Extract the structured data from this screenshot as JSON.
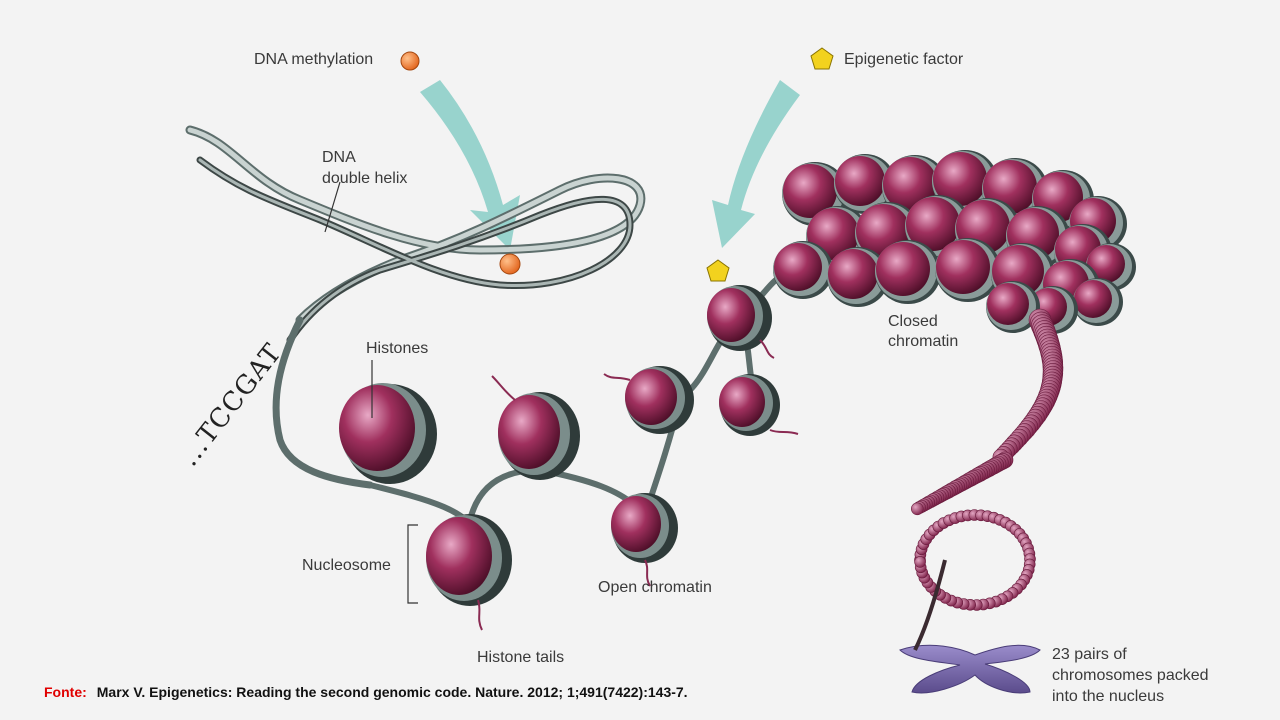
{
  "labels": {
    "dna_methylation": "DNA methylation",
    "epigenetic_factor": "Epigenetic factor",
    "dna_helix_line1": "DNA",
    "dna_helix_line2": "double helix",
    "histones": "Histones",
    "nucleosome": "Nucleosome",
    "histone_tails": "Histone tails",
    "open_chromatin": "Open chromatin",
    "closed_chromatin_line1": "Closed",
    "closed_chromatin_line2": "chromatin",
    "chromosomes_line1": "23 pairs of",
    "chromosomes_line2": "chromosomes packed",
    "chromosomes_line3": "into the nucleus",
    "sequence": "...TCCGAT"
  },
  "source": {
    "prefix": "Fonte:",
    "citation": "Marx V. Epigenetics: Reading the second genomic code. Nature. 2012; 1;491(7422):143-7."
  },
  "colors": {
    "background": "#f3f3f3",
    "arrow": "#8ecfc9",
    "methyl": "#f07f2a",
    "epigenetic_factor": "#f2d21e",
    "histone": "#a0305e",
    "dna": "#5d6e6c",
    "chromosome": "#7a6aa8",
    "fonte": "#e00000"
  }
}
